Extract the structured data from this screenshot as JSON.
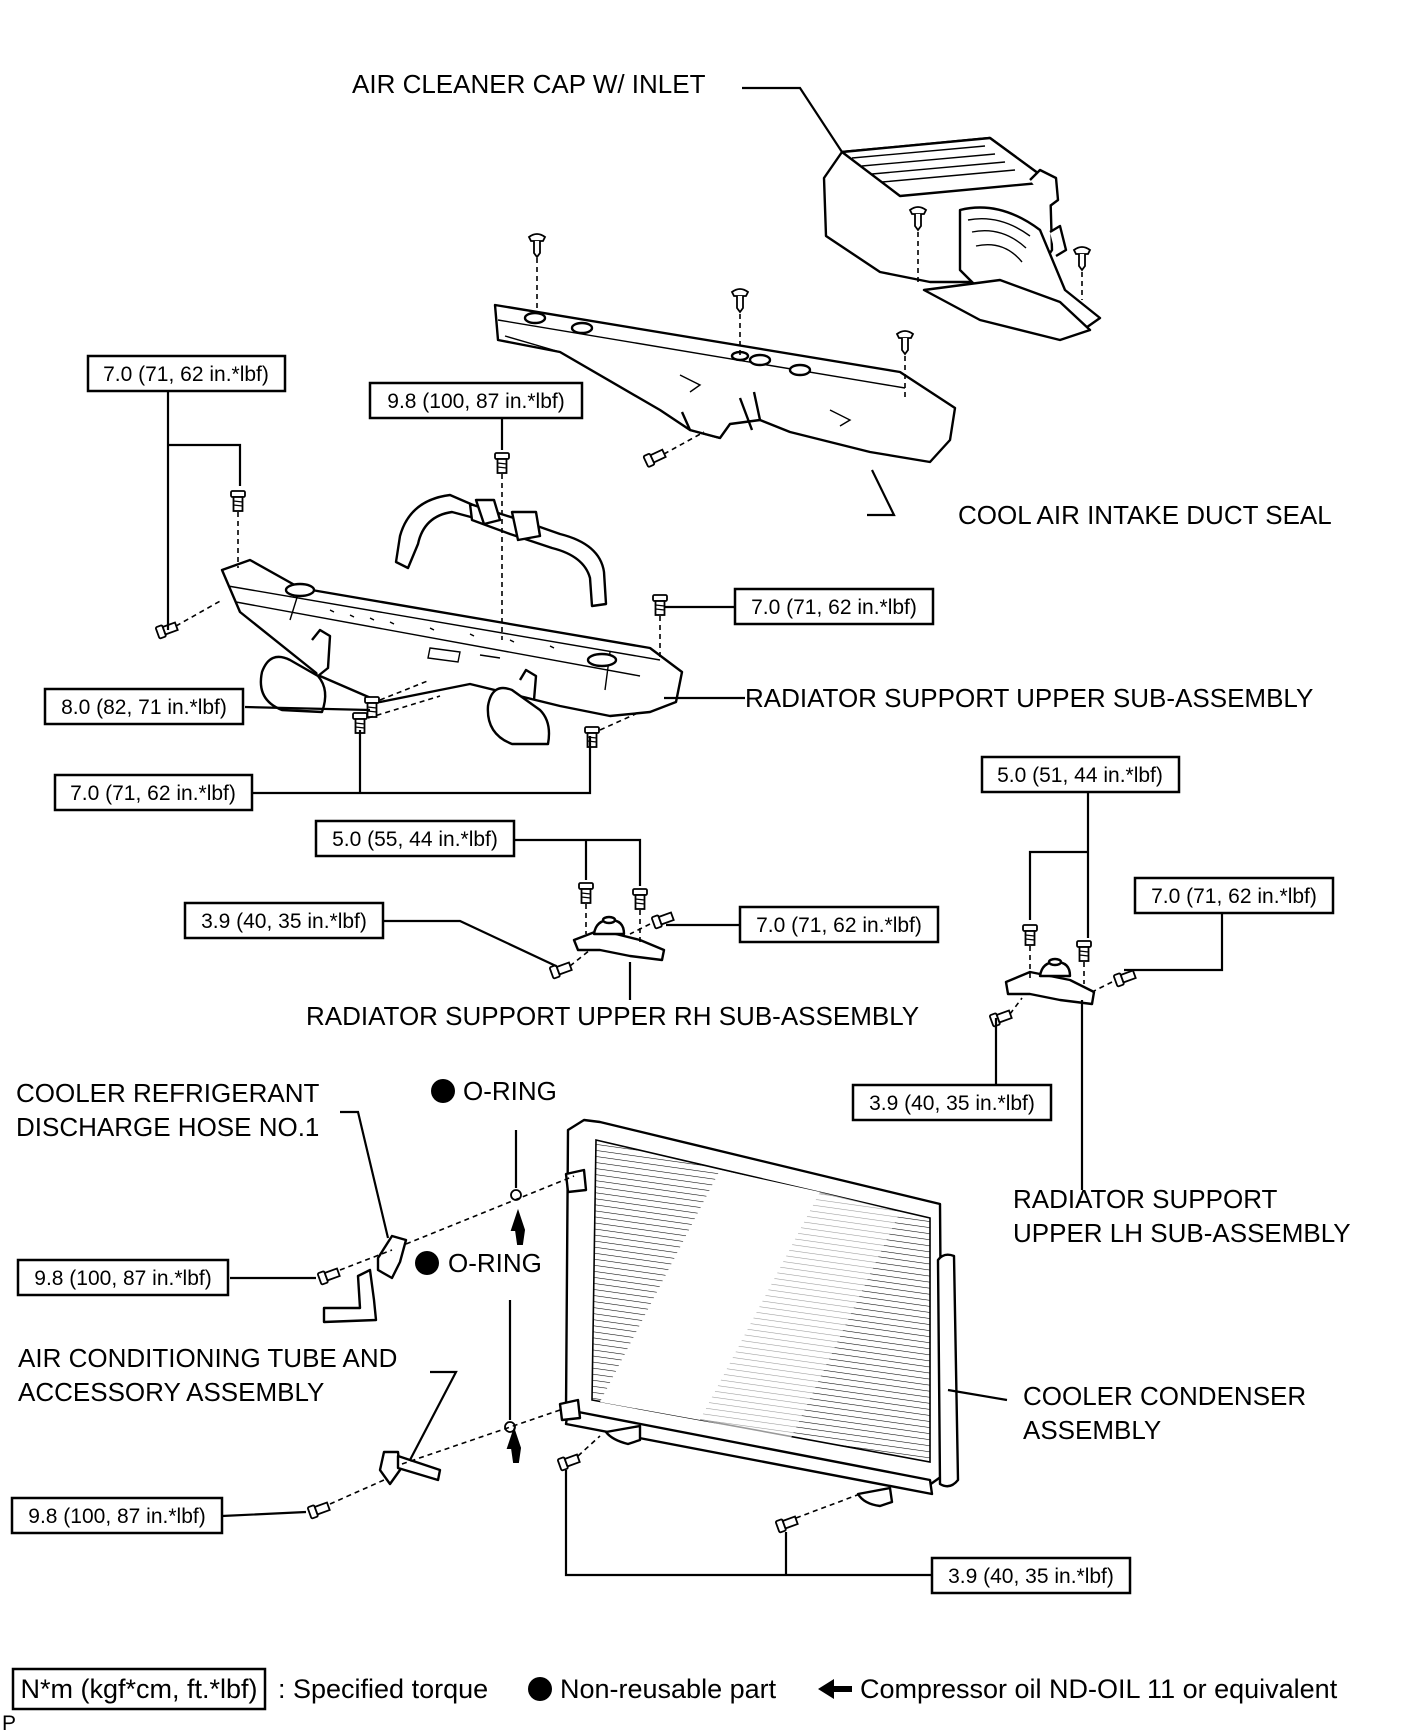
{
  "labels": {
    "air_cleaner_cap": "AIR CLEANER CAP W/ INLET",
    "cool_air_duct_seal": "COOL AIR INTAKE DUCT SEAL",
    "radiator_support_upper": "RADIATOR SUPPORT UPPER SUB-ASSEMBLY",
    "radiator_support_rh": "RADIATOR SUPPORT UPPER RH SUB-ASSEMBLY",
    "radiator_support_lh_line1": "RADIATOR SUPPORT",
    "radiator_support_lh_line2": "UPPER LH SUB-ASSEMBLY",
    "discharge_hose_line1": "COOLER REFRIGERANT",
    "discharge_hose_line2": "DISCHARGE HOSE NO.1",
    "ac_tube_line1": "AIR CONDITIONING TUBE AND",
    "ac_tube_line2": "ACCESSORY ASSEMBLY",
    "condenser_line1": "COOLER CONDENSER",
    "condenser_line2": "ASSEMBLY",
    "o_ring_1": "O-RING",
    "o_ring_2": "O-RING"
  },
  "torques": {
    "t1": "7.0 (71, 62 in.*lbf)",
    "t2": "9.8 (100, 87 in.*lbf)",
    "t3": "7.0 (71, 62 in.*lbf)",
    "t4": "8.0 (82, 71 in.*lbf)",
    "t5": "7.0 (71, 62 in.*lbf)",
    "t6": "5.0 (51, 44 in.*lbf)",
    "t7": "5.0 (55, 44 in.*lbf)",
    "t8": "7.0 (71, 62 in.*lbf)",
    "t9": "3.9 (40, 35 in.*lbf)",
    "t10": "7.0 (71, 62 in.*lbf)",
    "t11": "3.9 (40, 35 in.*lbf)",
    "t12": "9.8 (100, 87 in.*lbf)",
    "t13": "9.8 (100, 87 in.*lbf)",
    "t14": "3.9 (40, 35 in.*lbf)"
  },
  "legend": {
    "torque_unit": "N*m (kgf*cm, ft.*lbf)",
    "torque_desc": ": Specified torque",
    "non_reusable": "Non-reusable part",
    "compressor_oil": "Compressor oil ND-OIL 11 or equivalent"
  },
  "corner_mark": "P"
}
